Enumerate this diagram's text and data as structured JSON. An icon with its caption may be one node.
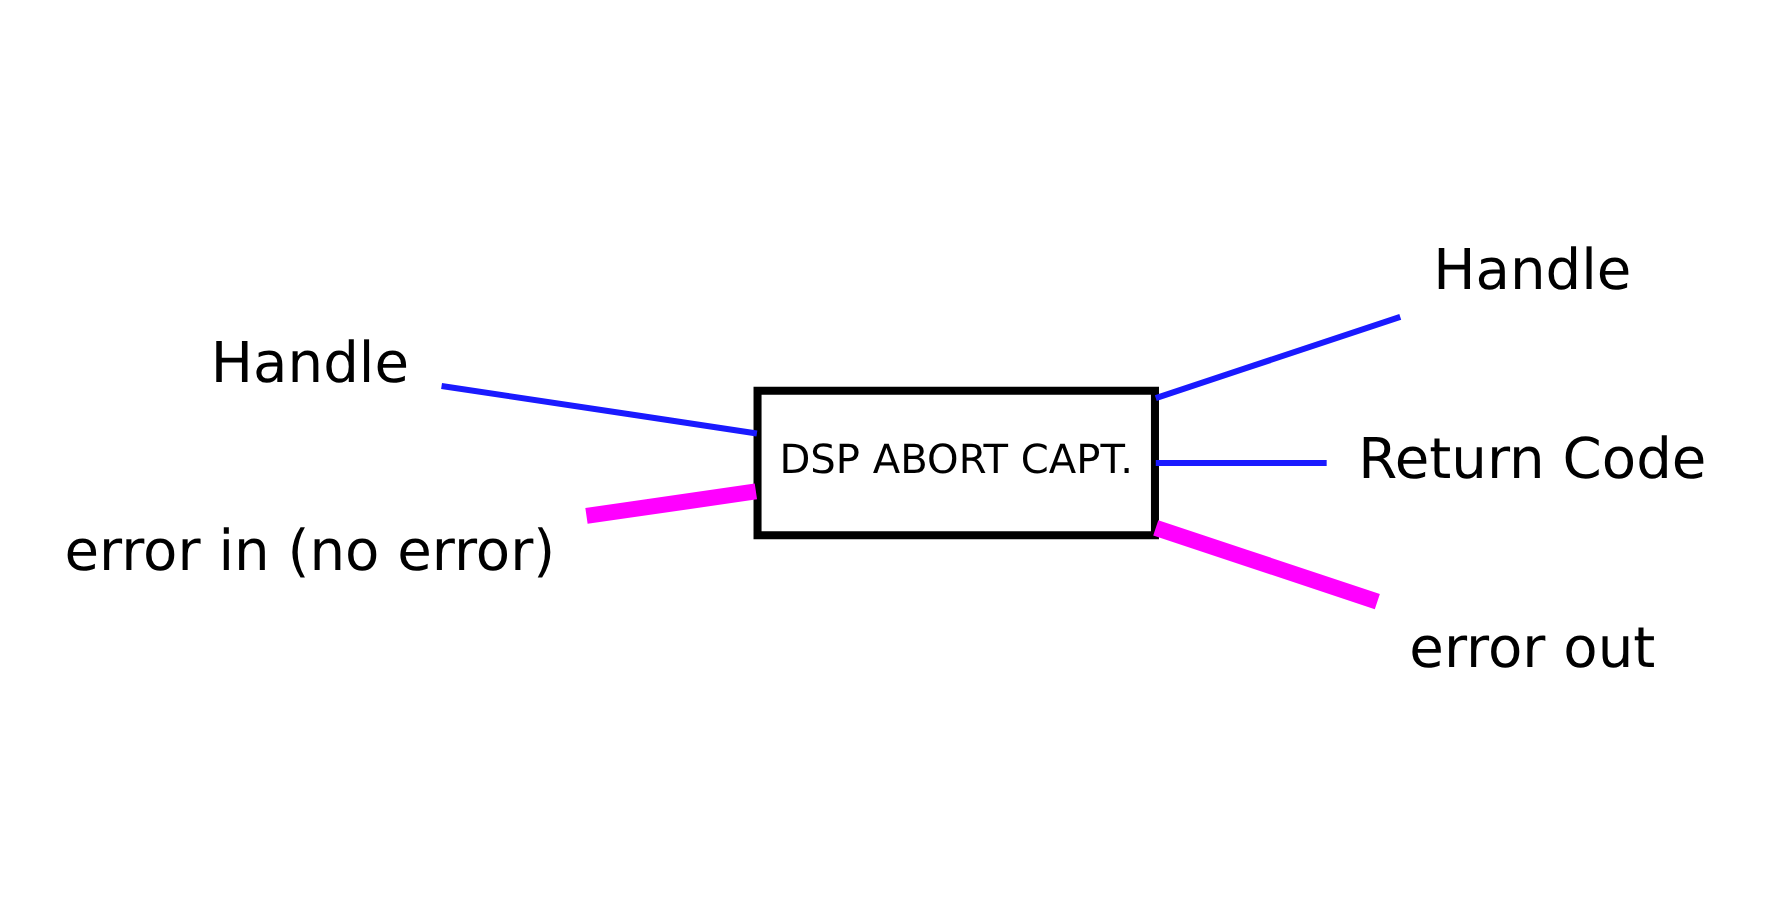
{
  "diagram": {
    "nodes": [
      {
        "text": [
          "Handle"
        ]
      },
      {
        "text": [
          "error in (no error)"
        ]
      },
      {
        "text": [
          "DSP ABORT CAPT."
        ]
      },
      {
        "text": [
          "Handle"
        ]
      },
      {
        "text": [
          "Return Code"
        ]
      },
      {
        "text": [
          "error out"
        ]
      }
    ],
    "edges": [
      {
        "from": 0,
        "to": 2,
        "arrow": "none"
      },
      {
        "from": 1,
        "to": 2,
        "arrow": "none",
        "style": "thick",
        "color": "#ff00ff"
      },
      {
        "from": 2,
        "to": 3,
        "arrow": "none"
      },
      {
        "from": 2,
        "to": 4,
        "arrow": "none"
      },
      {
        "from": 2,
        "to": 5,
        "arrow": "none",
        "style": "thick",
        "color": "#ff00ff"
      }
    ]
  }
}
